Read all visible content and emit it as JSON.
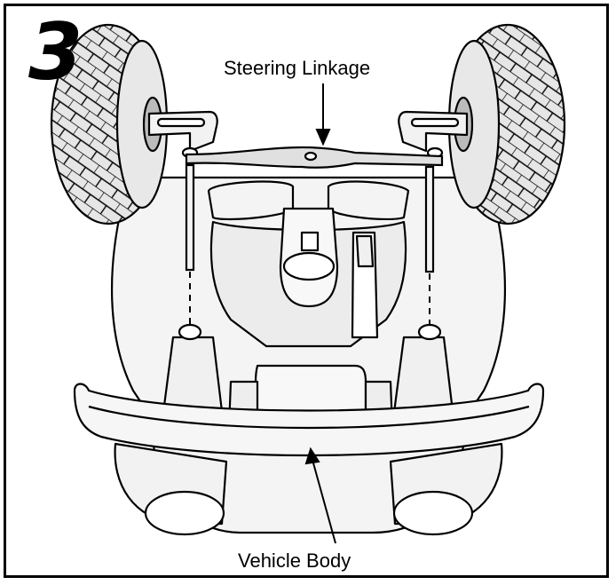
{
  "step_number": "3",
  "labels": {
    "steering_linkage": "Steering Linkage",
    "vehicle_body": "Vehicle Body"
  },
  "colors": {
    "ink": "#000000",
    "tire_fill": "#e6e6e6",
    "body_fill": "#f4f4f4",
    "background": "#ffffff"
  }
}
